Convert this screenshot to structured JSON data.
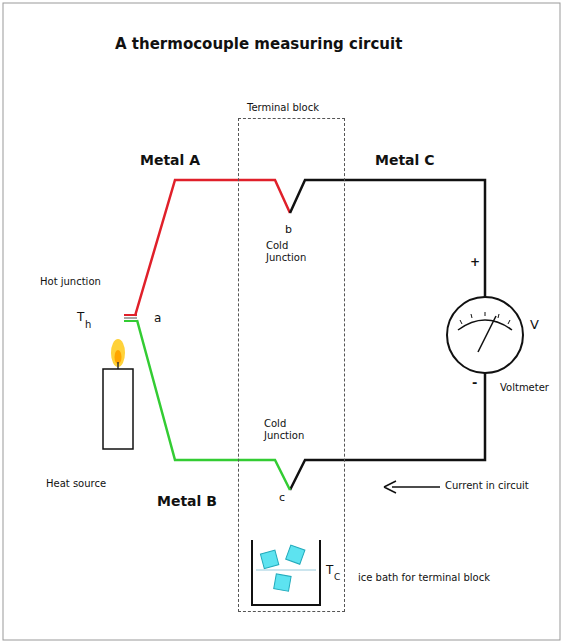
{
  "diagram": {
    "title": "A thermocouple measuring circuit",
    "nodes": [
      {
        "text": [
          "Terminal block"
        ]
      }
    ],
    "labels": [
      "Metal A",
      "Metal C",
      "b",
      "Cold Junction",
      "Hot junction",
      "T",
      "h",
      "a",
      "+",
      "V",
      "-",
      "Voltmeter",
      "Heat source",
      "Metal B",
      "Cold Junction",
      "c",
      "Current in circuit",
      "T",
      "C",
      "ice bath for terminal block"
    ]
  }
}
